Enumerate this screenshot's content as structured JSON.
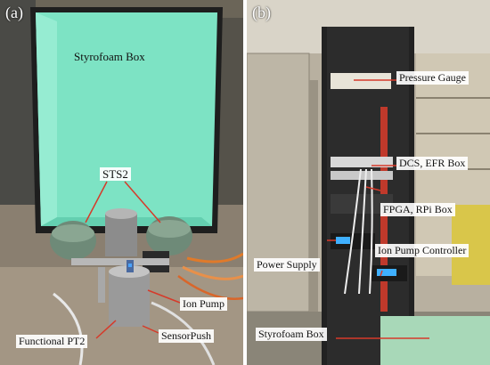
{
  "panel_a": {
    "label": "(a)",
    "labels": {
      "styrofoam": "Styrofoam Box",
      "sts2": "STS2",
      "ion_pump": "Ion Pump",
      "functional_pt2": "Functional PT2",
      "sensorpush": "SensorPush"
    }
  },
  "panel_b": {
    "label": "(b)",
    "labels": {
      "pressure_gauge": "Pressure Gauge",
      "dcs_efr": "DCS, EFR Box",
      "fpga_rpi": "FPGA, RPi Box",
      "power_supply": "Power Supply",
      "ion_pump_controller": "Ion Pump Controller",
      "styrofoam": "Styrofoam Box"
    }
  },
  "colors": {
    "box_interior": "#7de3c4",
    "box_frame": "#1e1e1e",
    "annotation_arrow": "#d63a2a",
    "rack": "#222222"
  }
}
